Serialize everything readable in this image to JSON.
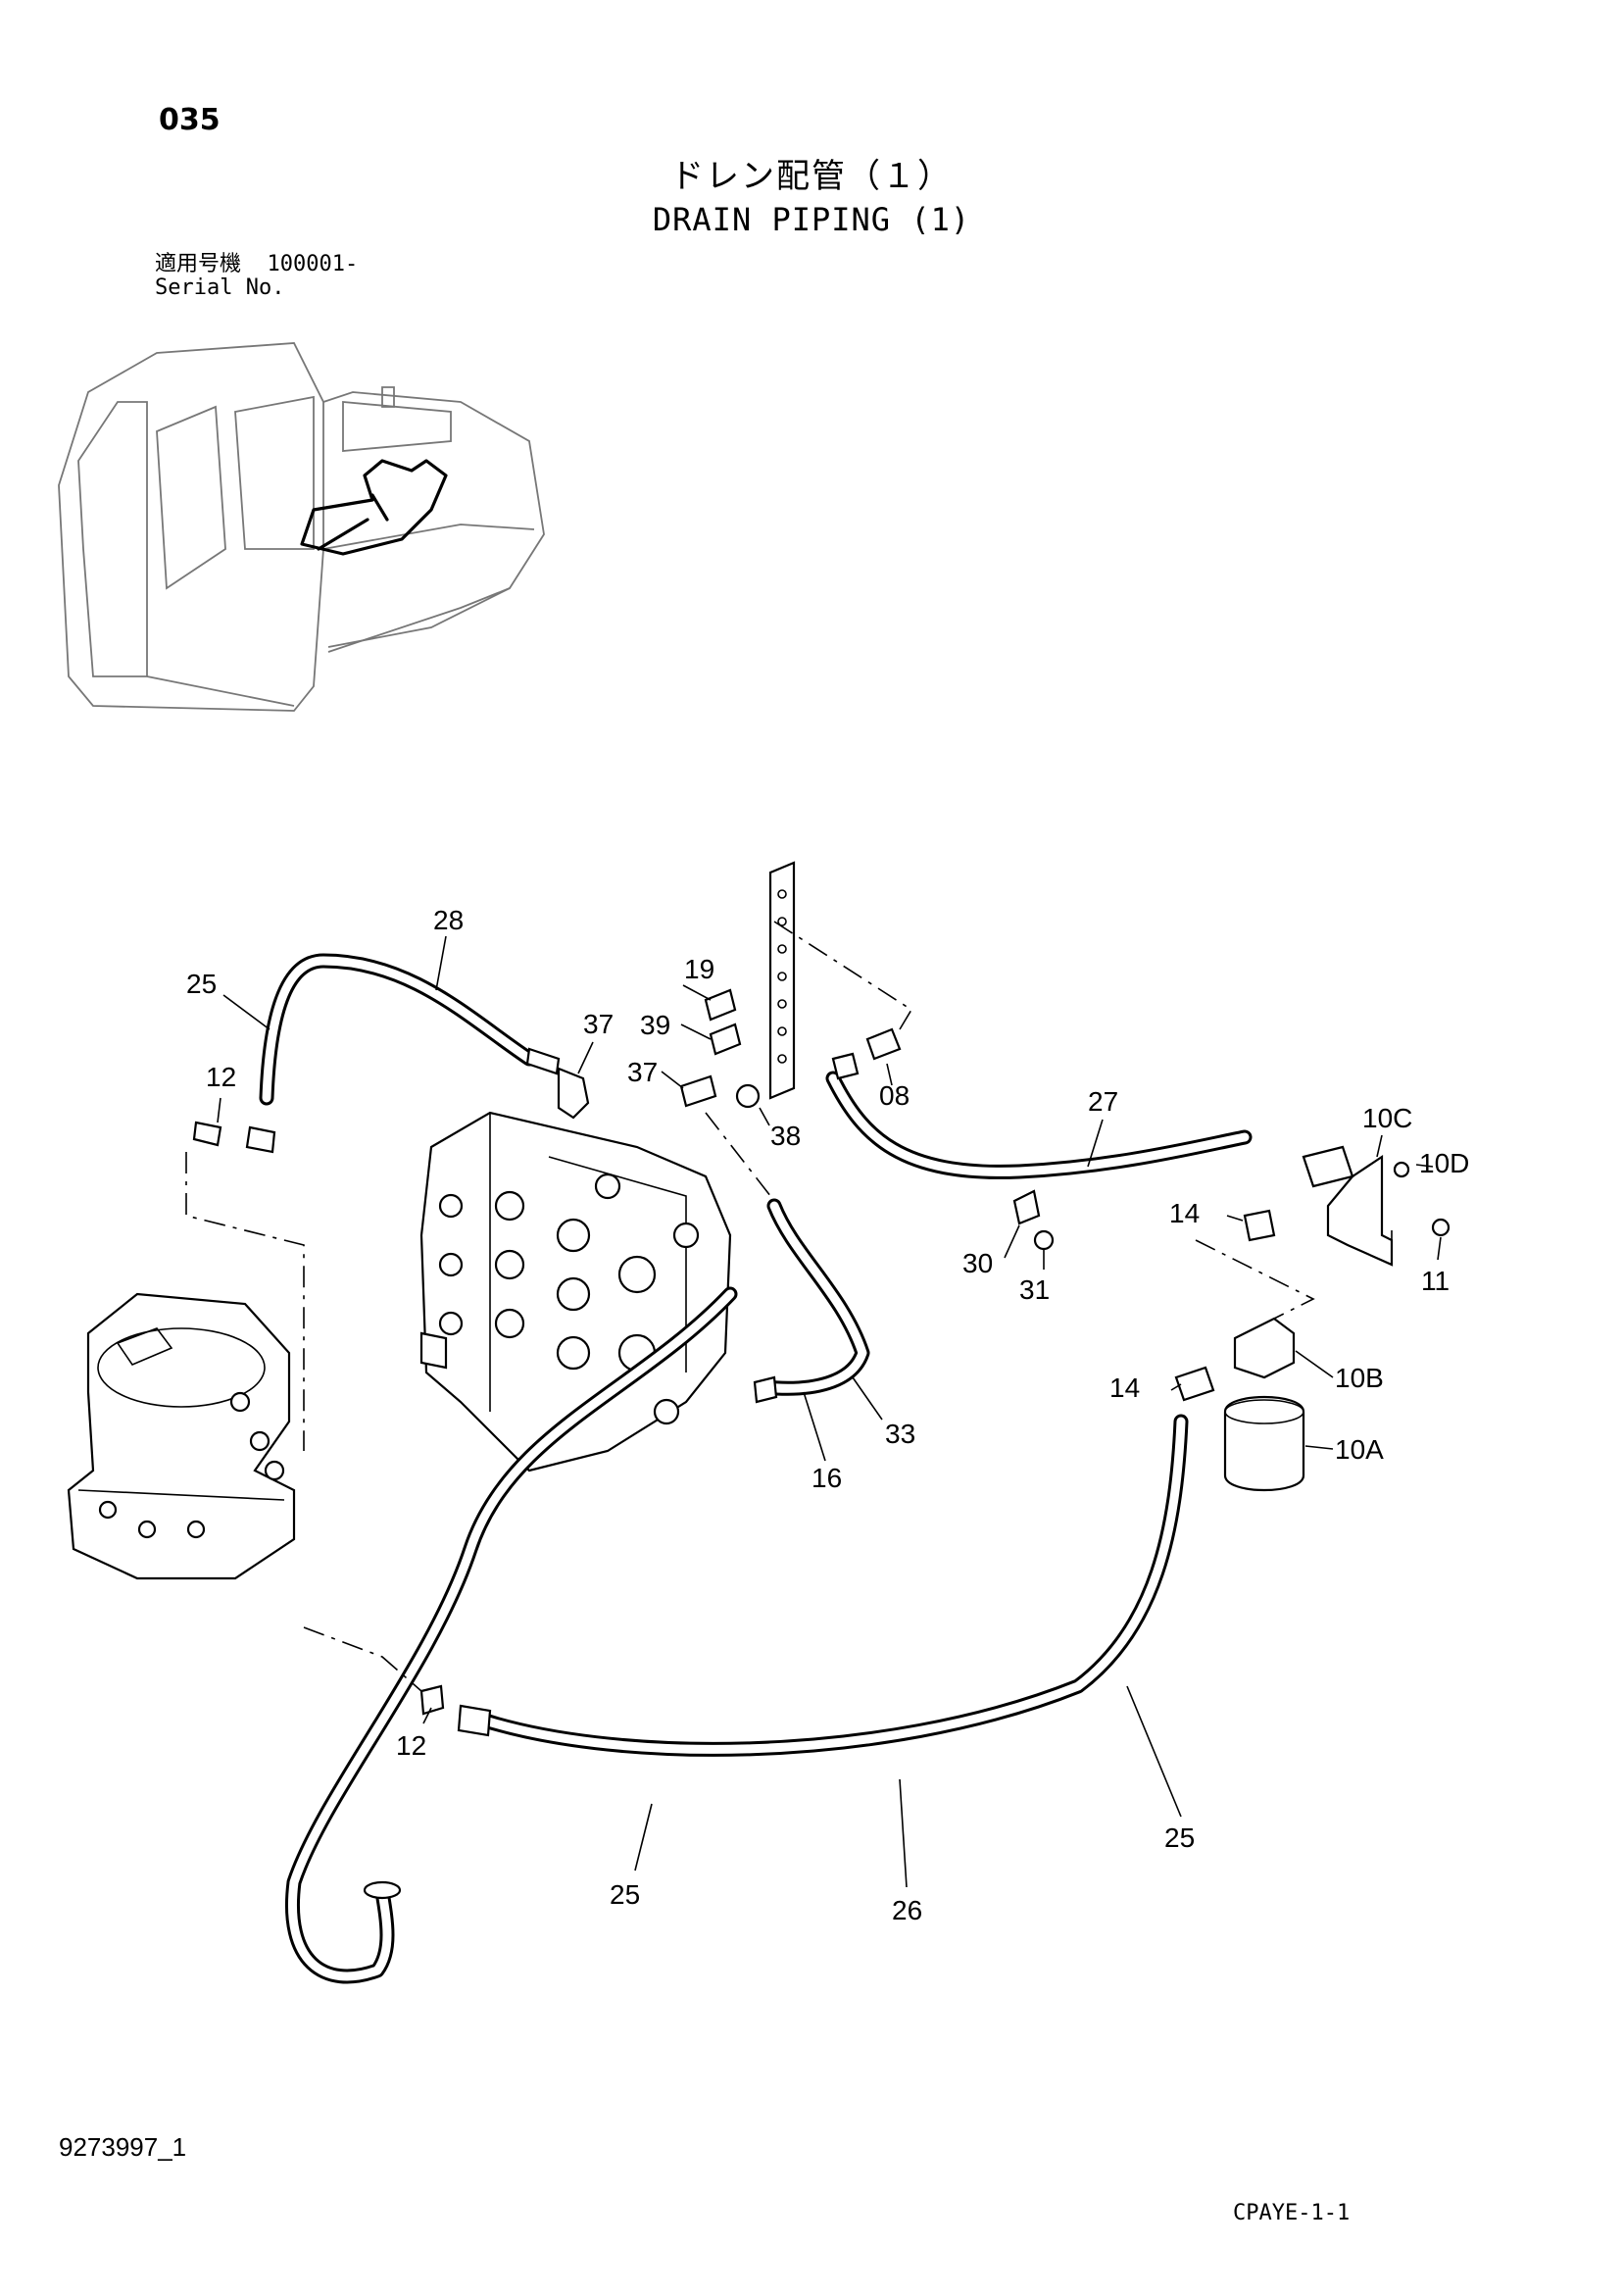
{
  "page_number": "035",
  "title_jp": "ドレン配管（１）",
  "title_en": "DRAIN PIPING (1)",
  "serial": {
    "label_jp": "適用号機",
    "label_en": "Serial No.",
    "value": "100001-"
  },
  "callouts": [
    "28",
    "25",
    "12",
    "37",
    "19",
    "39",
    "37",
    "38",
    "08",
    "27",
    "10C",
    "10D",
    "14",
    "11",
    "30",
    "31",
    "10B",
    "14",
    "10A",
    "33",
    "16",
    "12",
    "25",
    "26",
    "25"
  ],
  "doc_id": "9273997_1",
  "sheet_code": "CPAYE-1-1"
}
